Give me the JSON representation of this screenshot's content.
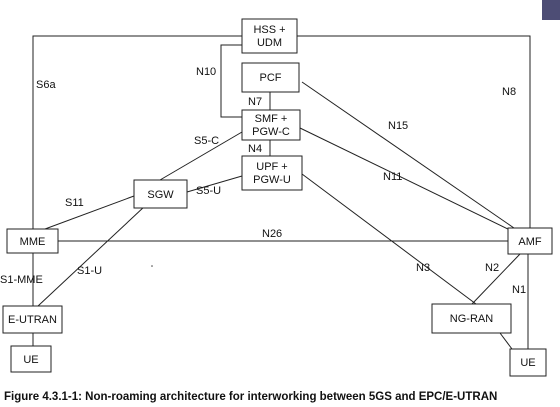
{
  "nodes": {
    "hss_udm": [
      "HSS +",
      "UDM"
    ],
    "pcf": [
      "PCF"
    ],
    "smf_pgwc": [
      "SMF +",
      "PGW-C"
    ],
    "upf_pgwu": [
      "UPF +",
      "PGW-U"
    ],
    "sgw": [
      "SGW"
    ],
    "mme": [
      "MME"
    ],
    "amf": [
      "AMF"
    ],
    "eutran": [
      "E-UTRAN"
    ],
    "ngran": [
      "NG-RAN"
    ],
    "ue_left": [
      "UE"
    ],
    "ue_right": [
      "UE"
    ]
  },
  "interfaces": {
    "s6a": "S6a",
    "n8": "N8",
    "n10": "N10",
    "n7": "N7",
    "s5c": "S5-C",
    "n15": "N15",
    "n4": "N4",
    "s5u": "S5-U",
    "n11": "N11",
    "s11": "S11",
    "n26": "N26",
    "s1mme": "S1-MME",
    "s1u": "S1-U",
    "n3": "N3",
    "n2": "N2",
    "n1": "N1"
  },
  "caption": "Figure 4.3.1-1: Non-roaming architecture for interworking between 5GS and EPC/E-UTRAN"
}
